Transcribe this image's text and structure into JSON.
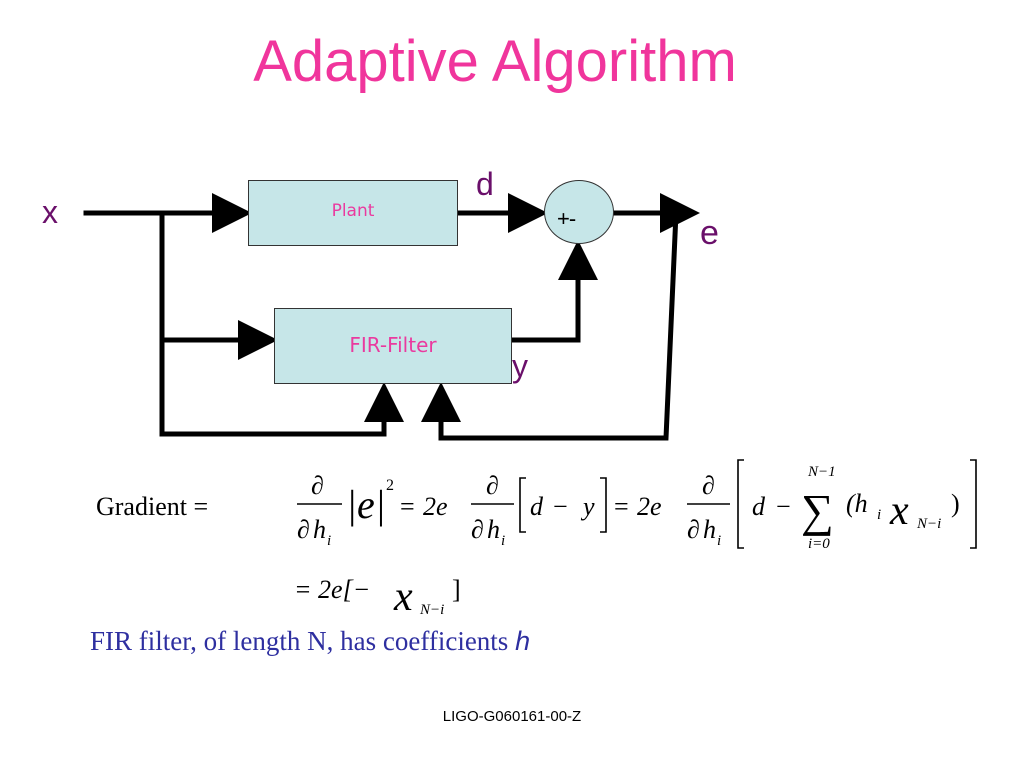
{
  "title": "Adaptive Algorithm",
  "diagram": {
    "input_label": "x",
    "desired_label": "d",
    "error_label": "e",
    "output_label": "y",
    "plant_label": "Plant",
    "filter_label": "FIR-Filter",
    "summer_sign": "+-",
    "box_fill": "#c6e6e8",
    "box_text_color": "#ea3a9f",
    "signal_label_color": "#6a0f6a"
  },
  "equation": {
    "gradient_label": "Gradient =",
    "partial": "∂",
    "h": "h",
    "i": "i",
    "abs_e": "|e|",
    "exp2": "2",
    "eq": "=",
    "two_e": "2e",
    "d": "d",
    "minus": "−",
    "y": "y",
    "sum_symbol": "∑",
    "sum_upper": "N−1",
    "sum_lower": "i=0",
    "h_i_open": "(h",
    "x": "x",
    "sub_n_minus_i": "N−i",
    "close_paren": ")",
    "line2_prefix": "= 2e[−",
    "line2_suffix": "]"
  },
  "caption": {
    "text": "FIR filter, of length N, has coefficients ",
    "symbol": "h"
  },
  "footer": "LIGO-G060161-00-Z",
  "colors": {
    "title": "#f0359c",
    "caption": "#2e2fa0"
  }
}
